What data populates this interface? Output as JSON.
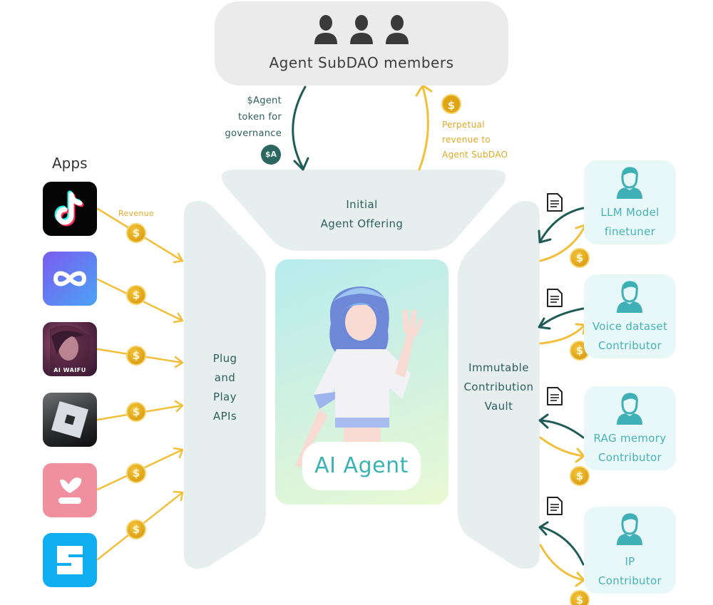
{
  "colors": {
    "teal_dark": "#1f5c55",
    "gold": "#f2bf3a",
    "coin": "#e0a516",
    "panel": "#e6efee",
    "subdao_bg": "#ebebeb",
    "contributor_bg": "#e8f7f8",
    "contributor_text": "#46b2b7",
    "agent_badge_text": "#3bb3b5"
  },
  "subdao": {
    "title": "Agent SubDAO members",
    "icons": [
      "person-icon",
      "person-icon",
      "person-icon"
    ]
  },
  "governance": {
    "lines": [
      "$Agent",
      "token for",
      "governance"
    ],
    "token_badge": "$A"
  },
  "revenue_to_subdao": {
    "coin": "$",
    "lines": [
      "Perpetual",
      "revenue to",
      "Agent SubDAO"
    ]
  },
  "ito": {
    "lines": [
      "Initial",
      "Agent Offering"
    ]
  },
  "apps": {
    "title": "Apps",
    "revenue_label": "Revenue",
    "coin": "$",
    "items": [
      {
        "name": "TikTok",
        "icon": "tiktok-icon"
      },
      {
        "name": "Infinity",
        "icon": "infinity-icon"
      },
      {
        "name": "AI Waifu",
        "icon": "ai-waifu-icon",
        "label": "AI WAIFU"
      },
      {
        "name": "Roblox",
        "icon": "roblox-icon"
      },
      {
        "name": "Pink App",
        "icon": "pink-app-icon"
      },
      {
        "name": "The Sandbox",
        "icon": "sandbox-icon",
        "glyph": "S"
      }
    ]
  },
  "plug_and_play": {
    "lines": [
      "Plug",
      "and",
      "Play",
      "APIs"
    ]
  },
  "agent": {
    "label": "AI Agent"
  },
  "vault": {
    "lines": [
      "Immutable",
      "Contribution",
      "Vault"
    ]
  },
  "contributors": [
    {
      "lines": [
        "LLM Model",
        "finetuner"
      ]
    },
    {
      "lines": [
        "Voice dataset",
        "Contributor"
      ]
    },
    {
      "lines": [
        "RAG memory",
        "Contributor"
      ]
    },
    {
      "lines": [
        "IP",
        "Contributor"
      ]
    }
  ]
}
